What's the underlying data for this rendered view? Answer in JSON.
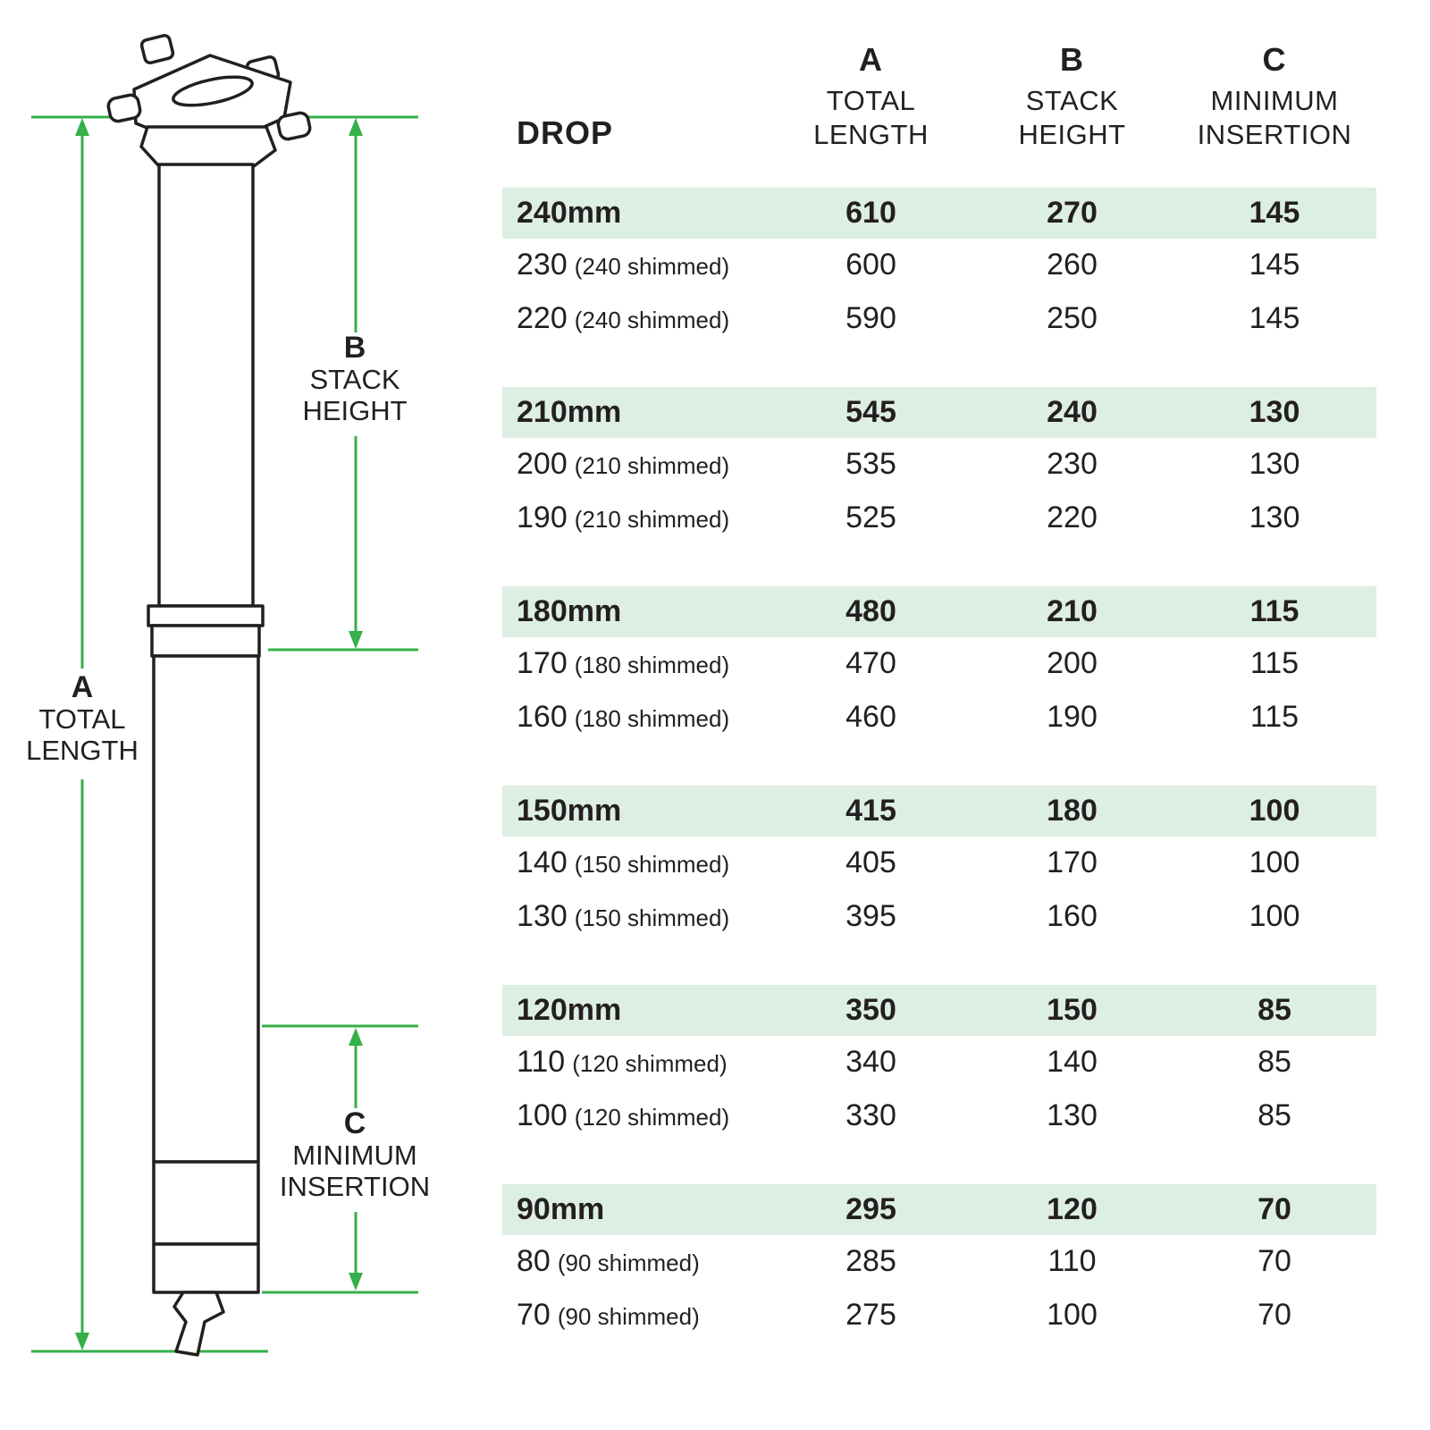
{
  "colors": {
    "accent_green": "#35b04a",
    "row_highlight": "#ddeee3",
    "text": "#231f20"
  },
  "diagram": {
    "a_letter": "A",
    "a_line1": "TOTAL",
    "a_line2": "LENGTH",
    "b_letter": "B",
    "b_line1": "STACK",
    "b_line2": "HEIGHT",
    "c_letter": "C",
    "c_line1": "MINIMUM",
    "c_line2": "INSERTION"
  },
  "table": {
    "drop_header": "DROP",
    "columns": [
      {
        "letter": "A",
        "line1": "TOTAL",
        "line2": "LENGTH"
      },
      {
        "letter": "B",
        "line1": "STACK",
        "line2": "HEIGHT"
      },
      {
        "letter": "C",
        "line1": "MINIMUM",
        "line2": "INSERTION"
      }
    ],
    "groups": [
      {
        "header": {
          "drop": "240mm",
          "total_length": "610",
          "stack_height": "270",
          "min_insertion": "145"
        },
        "rows": [
          {
            "drop": "230",
            "note": "(240 shimmed)",
            "total_length": "600",
            "stack_height": "260",
            "min_insertion": "145"
          },
          {
            "drop": "220",
            "note": "(240 shimmed)",
            "total_length": "590",
            "stack_height": "250",
            "min_insertion": "145"
          }
        ]
      },
      {
        "header": {
          "drop": "210mm",
          "total_length": "545",
          "stack_height": "240",
          "min_insertion": "130"
        },
        "rows": [
          {
            "drop": "200",
            "note": "(210 shimmed)",
            "total_length": "535",
            "stack_height": "230",
            "min_insertion": "130"
          },
          {
            "drop": "190",
            "note": "(210 shimmed)",
            "total_length": "525",
            "stack_height": "220",
            "min_insertion": "130"
          }
        ]
      },
      {
        "header": {
          "drop": "180mm",
          "total_length": "480",
          "stack_height": "210",
          "min_insertion": "115"
        },
        "rows": [
          {
            "drop": "170",
            "note": "(180 shimmed)",
            "total_length": "470",
            "stack_height": "200",
            "min_insertion": "115"
          },
          {
            "drop": "160",
            "note": "(180 shimmed)",
            "total_length": "460",
            "stack_height": "190",
            "min_insertion": "115"
          }
        ]
      },
      {
        "header": {
          "drop": "150mm",
          "total_length": "415",
          "stack_height": "180",
          "min_insertion": "100"
        },
        "rows": [
          {
            "drop": "140",
            "note": "(150 shimmed)",
            "total_length": "405",
            "stack_height": "170",
            "min_insertion": "100"
          },
          {
            "drop": "130",
            "note": "(150 shimmed)",
            "total_length": "395",
            "stack_height": "160",
            "min_insertion": "100"
          }
        ]
      },
      {
        "header": {
          "drop": "120mm",
          "total_length": "350",
          "stack_height": "150",
          "min_insertion": "85"
        },
        "rows": [
          {
            "drop": "110",
            "note": "(120 shimmed)",
            "total_length": "340",
            "stack_height": "140",
            "min_insertion": "85"
          },
          {
            "drop": "100",
            "note": "(120 shimmed)",
            "total_length": "330",
            "stack_height": "130",
            "min_insertion": "85"
          }
        ]
      },
      {
        "header": {
          "drop": "90mm",
          "total_length": "295",
          "stack_height": "120",
          "min_insertion": "70"
        },
        "rows": [
          {
            "drop": "80",
            "note": "(90 shimmed)",
            "total_length": "285",
            "stack_height": "110",
            "min_insertion": "70"
          },
          {
            "drop": "70",
            "note": "(90 shimmed)",
            "total_length": "275",
            "stack_height": "100",
            "min_insertion": "70"
          }
        ]
      }
    ]
  }
}
